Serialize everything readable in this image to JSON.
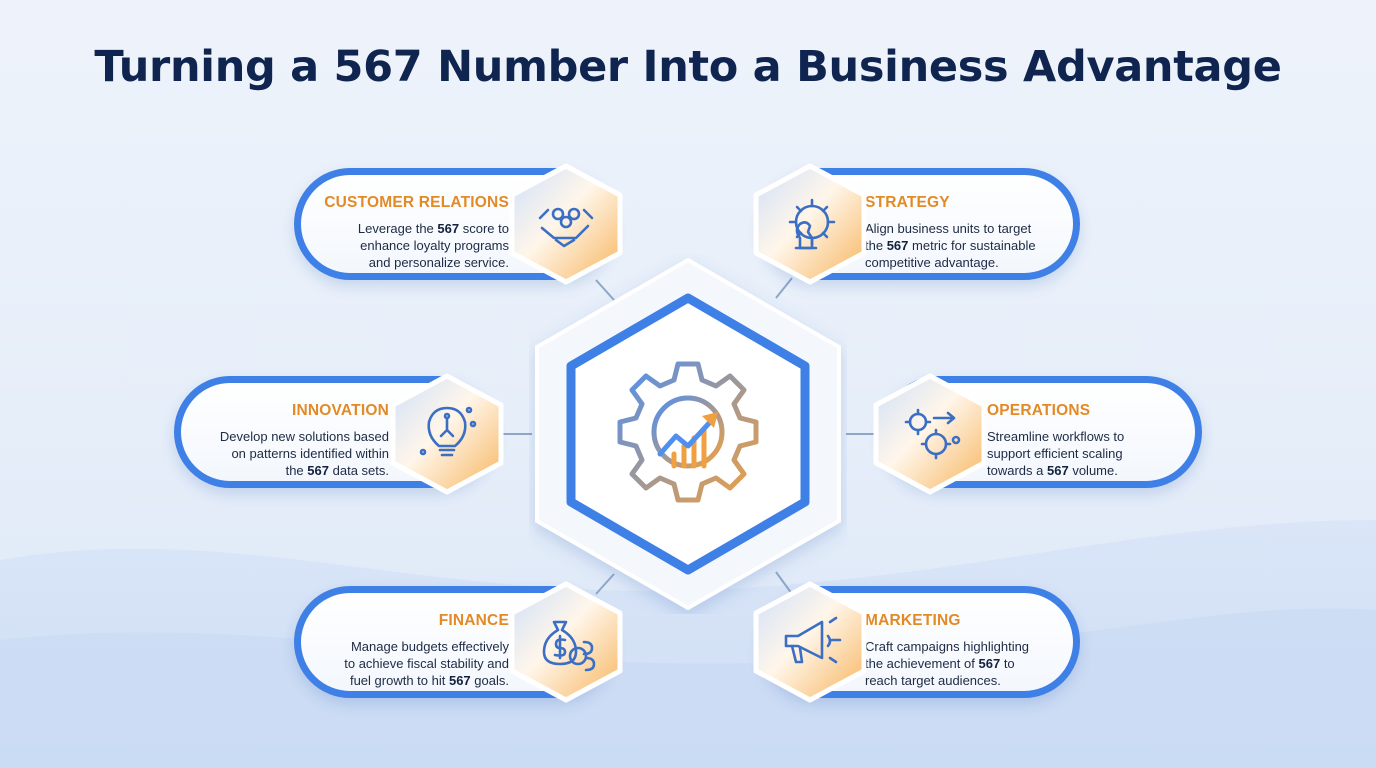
{
  "title": "Turning a 567 Number Into a Business Advantage",
  "center": {
    "icon": "gear-growth-chart-icon"
  },
  "colors": {
    "blue": "#3f80e6",
    "orange": "#e28a26",
    "navy": "#0f2550"
  },
  "cards": [
    {
      "id": "customer-relations",
      "heading": "CUSTOMER RELATIONS",
      "lines": [
        "Leverage the",
        "567",
        "score to",
        "enhance loyalty programs",
        "and personalize service."
      ],
      "icon": "handshake-people-icon"
    },
    {
      "id": "strategy",
      "heading": "STRATEGY",
      "lines": [
        "Align business units to target",
        "the",
        "567",
        "metric for sustainable",
        "competitive advantage."
      ],
      "icon": "gear-chess-icon"
    },
    {
      "id": "innovation",
      "heading": "INNOVATION",
      "lines": [
        "Develop new solutions based",
        "on patterns identified within",
        "the",
        "567",
        "data sets."
      ],
      "icon": "lightbulb-circuit-icon"
    },
    {
      "id": "operations",
      "heading": "OPERATIONS",
      "lines": [
        "Streamline workflows to",
        "support efficient scaling",
        "towards a",
        "567",
        "volume."
      ],
      "icon": "gears-arrow-icon"
    },
    {
      "id": "finance",
      "heading": "FINANCE",
      "lines": [
        "Manage budgets effectively",
        "to achieve fiscal stability and",
        "fuel growth to hit",
        "567",
        "goals."
      ],
      "icon": "money-bag-coins-icon"
    },
    {
      "id": "marketing",
      "heading": "MARKETING",
      "lines": [
        "Craft campaigns highlighting",
        "the achievement of",
        "567",
        "to",
        "reach target audiences."
      ],
      "icon": "megaphone-icon"
    }
  ]
}
